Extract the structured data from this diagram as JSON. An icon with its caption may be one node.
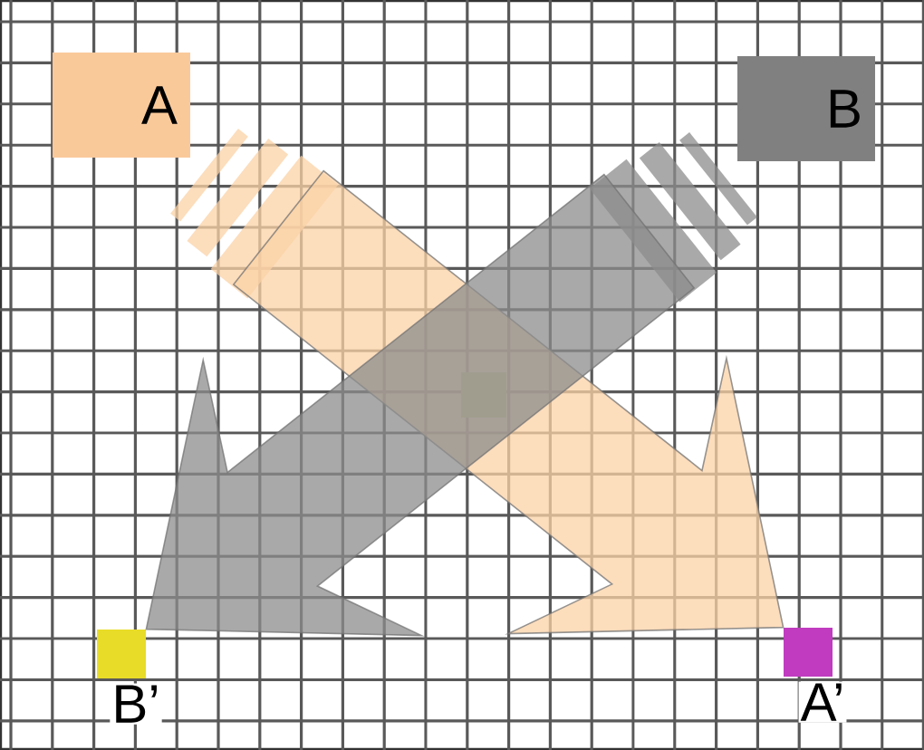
{
  "diagram": {
    "nodes": [
      {
        "text": [
          "A"
        ]
      },
      {
        "text": [
          "B"
        ]
      },
      {
        "text": [],
        "shape": "box"
      },
      {
        "text": [],
        "shape": "box",
        "beside": [
          "B’"
        ]
      },
      {
        "text": [],
        "shape": "box",
        "beside": [
          "A’"
        ]
      }
    ],
    "edges": [
      {
        "from": 0,
        "to": 4,
        "arrow": "to",
        "color": "#fbd2a6"
      },
      {
        "from": 1,
        "to": 3,
        "arrow": "to",
        "color": "#8c8c8c"
      }
    ]
  }
}
